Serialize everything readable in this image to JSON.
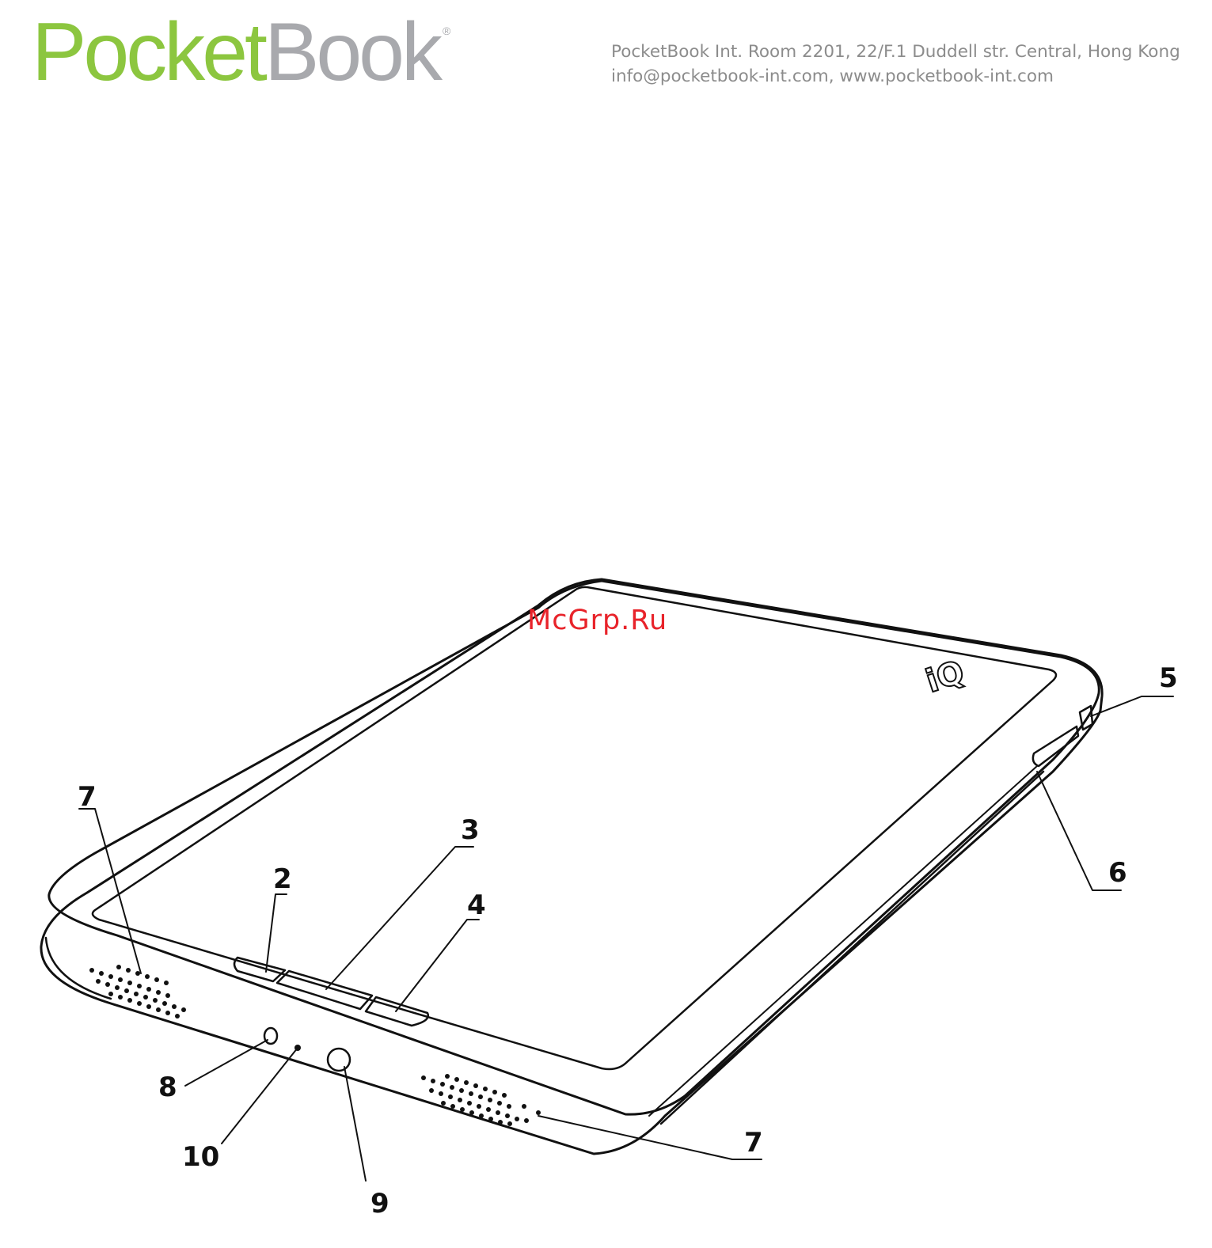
{
  "header": {
    "logo_part1": "Pocket",
    "logo_part2": "Book",
    "logo_mark": "®",
    "address_line": "PocketBook Int. Room 2201, 22/F.1 Duddell str. Central, Hong Kong",
    "contact_line": "info@pocketbook-int.com, www.pocketbook-int.com"
  },
  "watermark": "McGrp.Ru",
  "device": {
    "badge": "iQ"
  },
  "callouts": [
    "7",
    "3",
    "2",
    "4",
    "5",
    "6",
    "8",
    "10",
    "9",
    "7"
  ],
  "colors": {
    "brand_green": "#8cc63f",
    "brand_grey": "#a8a9ad",
    "watermark_red": "#e8232a",
    "line": "#111111"
  }
}
